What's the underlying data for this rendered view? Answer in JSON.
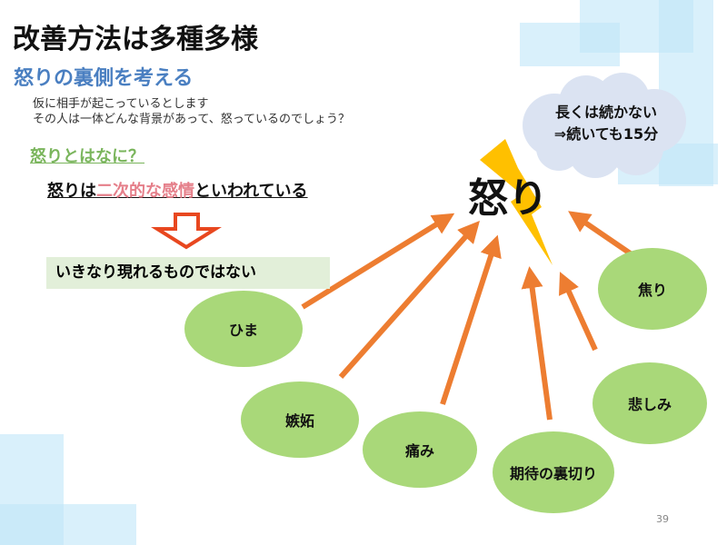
{
  "title": "改善方法は多種多様",
  "subtitle": "怒りの裏側を考える",
  "intro": [
    "仮に相手が起こっているとします",
    "その人は一体どんな背景があって、怒っているのでしょう？"
  ],
  "question": "怒りとはなに？",
  "definition": {
    "before": "怒りは",
    "highlight": "二次的な感情",
    "after": "といわれている"
  },
  "result": "いきなり現れるものではない",
  "center": "怒り",
  "cloud": [
    "長くは続かない",
    "⇒続いても15分"
  ],
  "causes": [
    "ひま",
    "嫉妬",
    "痛み",
    "期待の裏切り",
    "悲しみ",
    "焦り"
  ],
  "page_number": "39",
  "colors": {
    "arrow": "#ed7d31",
    "ellipse": "#a9d879",
    "bolt": "#ffc000",
    "cloud": "#dbe3f2"
  }
}
